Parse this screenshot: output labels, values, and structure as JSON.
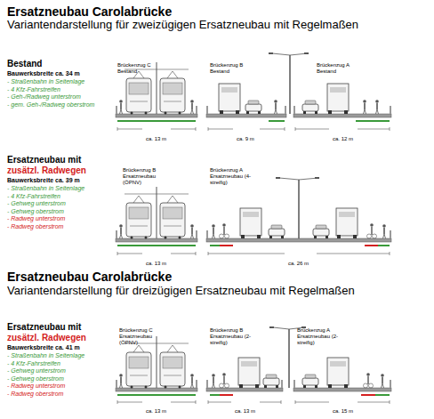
{
  "diagram": {
    "title": "Ersatzneubau Carolabrücke",
    "labels": [
      "Variantendarstellung für zweizügigen Ersatzneubau mit Regelmaßen",
      "Bestand",
      "Bauwerksbreite ca. 34 m",
      "- Straßenbahn in Seitenlage",
      "- 4 Kfz-Fahrstreifen",
      "- Geh-/Radweg unterstrom",
      "- gem. Geh-/Radweg oberstrom",
      "Brückenzug C Bestand",
      "Brückenzug B Bestand",
      "Brückenzug A Bestand",
      "ca. 13 m",
      "ca. 9 m",
      "ca. 12 m",
      "Ersatzneubau mit",
      "zusätzl. Radwegen",
      "Bauwerksbreite ca. 39 m",
      "- Straßenbahn in Seitenlage",
      "- 4 Kfz-Fahrstreifen",
      "- Gehweg unterstrom",
      "- Gehweg oberstrom",
      "- Radweg unterstrom",
      "- Radweg oberstrom",
      "Brückenzug B Ersatzneubau (ÖPNV)",
      "Brückenzug A Ersatzneubau (4-streifig)",
      "ca. 13 m",
      "ca. 26 m",
      "Ersatzneubau Carolabrücke",
      "Variantendarstellung für dreizügigen Ersatzneubau mit Regelmaßen",
      "Ersatzneubau mit",
      "zusätzl. Radwegen",
      "Bauwerksbreite ca. 41 m",
      "- Straßenbahn in Seitenlage",
      "- 4 Kfz-Fahrstreifen",
      "- Gehweg unterstrom",
      "- Gehweg oberstrom",
      "- Radweg unterstrom",
      "- Radweg oberstrom",
      "Brückenzug C Ersatzneubau (ÖPNV)",
      "Brückenzug B Ersatzneubau (2-streifig)",
      "Brückenzug A Ersatzneubau (2-streifig)",
      "ca. 13 m",
      "ca. 13 m",
      "ca. 15 m"
    ]
  }
}
